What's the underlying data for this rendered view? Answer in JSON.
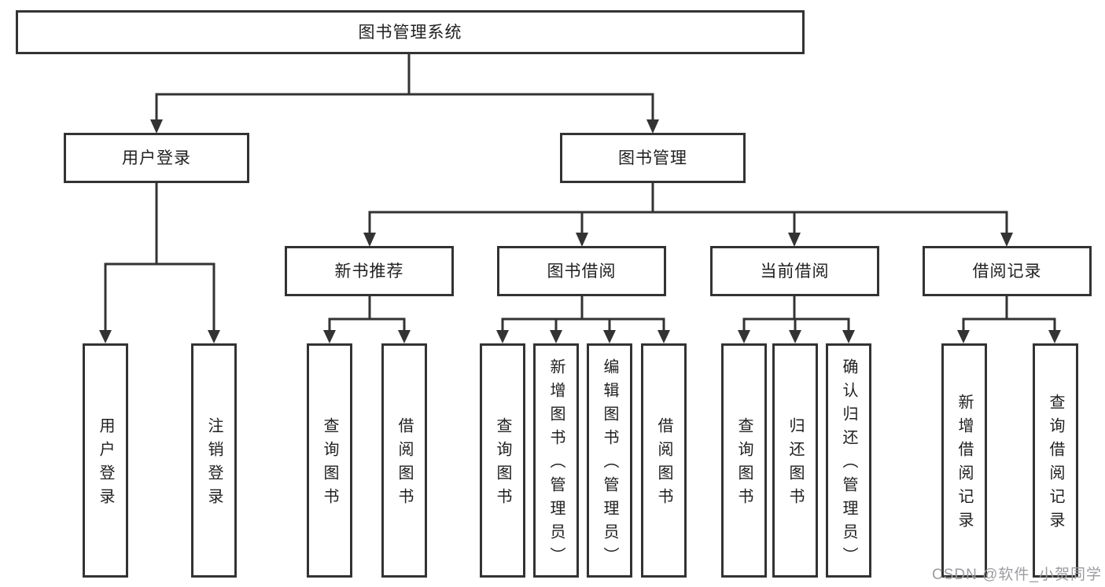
{
  "colors": {
    "line": "#333333",
    "box_border": "#333333",
    "text": "#1f1f1f",
    "watermark": "#9c9ca1",
    "background": "#ffffff"
  },
  "watermark": {
    "text": "CSDN @软件_小贺同学"
  },
  "tree": {
    "root": {
      "label": "图书管理系统"
    },
    "level2": [
      {
        "label": "用户登录"
      },
      {
        "label": "图书管理"
      }
    ],
    "level3": [
      {
        "label": "新书推荐"
      },
      {
        "label": "图书借阅"
      },
      {
        "label": "当前借阅"
      },
      {
        "label": "借阅记录"
      }
    ],
    "leaves": {
      "user_login": [
        {
          "label": "用户登录"
        },
        {
          "label": "注销登录"
        }
      ],
      "new_book": [
        {
          "label": "查询图书"
        },
        {
          "label": "借阅图书"
        }
      ],
      "book_borrow": [
        {
          "label": "查询图书"
        },
        {
          "label": "新增图书（管理员）"
        },
        {
          "label": "编辑图书（管理员）"
        },
        {
          "label": "借阅图书"
        }
      ],
      "current_borrow": [
        {
          "label": "查询图书"
        },
        {
          "label": "归还图书"
        },
        {
          "label": "确认归还（管理员）"
        }
      ],
      "borrow_records": [
        {
          "label": "新增借阅记录"
        },
        {
          "label": "查询借阅记录"
        }
      ]
    }
  }
}
